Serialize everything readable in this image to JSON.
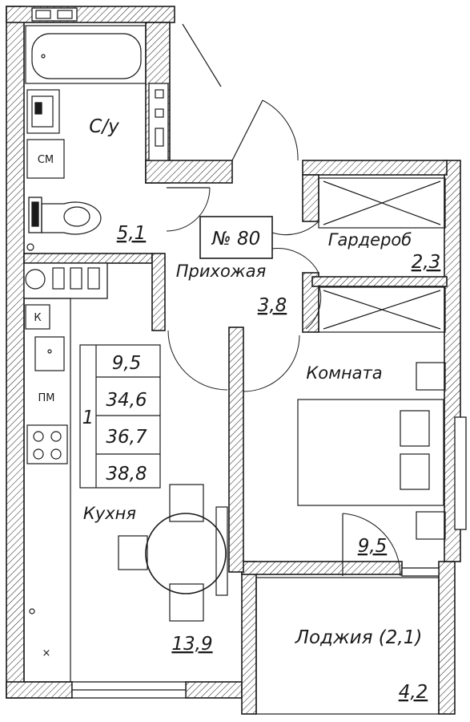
{
  "apartment": {
    "number_label": "№ 80",
    "rooms_count": "1"
  },
  "areas_table": [
    "9,5",
    "34,6",
    "36,7",
    "38,8"
  ],
  "rooms": {
    "bathroom": {
      "name": "С/у",
      "area": "5,1"
    },
    "hallway": {
      "name": "Прихожая",
      "area": "3,8"
    },
    "wardrobe": {
      "name": "Гардероб",
      "area": "2,3"
    },
    "room": {
      "name": "Комната",
      "area": "9,5"
    },
    "kitchen": {
      "name": "Кухня",
      "area": "13,9"
    },
    "loggia": {
      "name": "Лоджия (2,1)",
      "area": "4,2"
    }
  },
  "fixtures": {
    "washing_machine": "СМ",
    "fridge": "К",
    "dishwasher": "ПМ",
    "cross_mark": "×"
  }
}
